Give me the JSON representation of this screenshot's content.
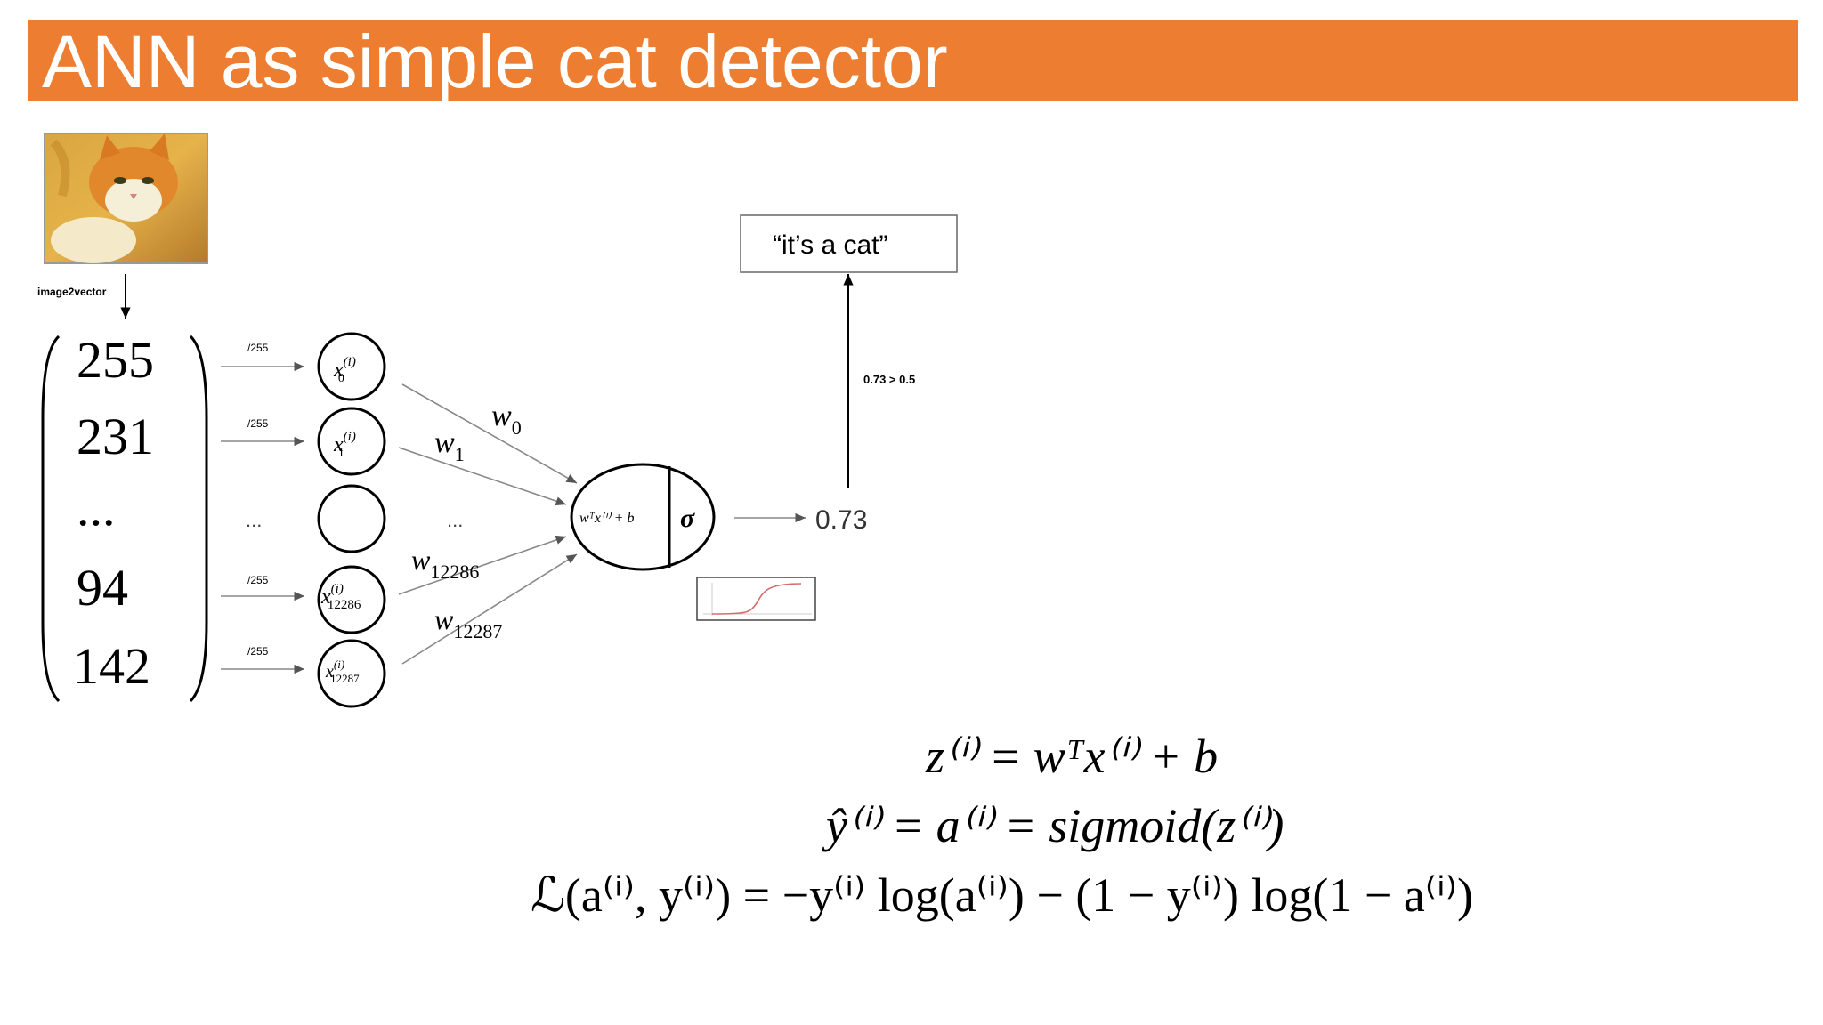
{
  "slide": {
    "title": "ANN as simple cat detector",
    "accent_color": "#ED7D31"
  },
  "diagram": {
    "image_label": "image2vector",
    "image_icon": "cat-photo",
    "vector_values": [
      "255",
      "231",
      "...",
      "94",
      "142"
    ],
    "scale_labels": [
      "/255",
      "/255",
      "...",
      "/255",
      "/255"
    ],
    "input_nodes": [
      {
        "symbol": "x",
        "sub": "0",
        "sup": "(i)"
      },
      {
        "symbol": "x",
        "sub": "1",
        "sup": "(i)"
      },
      {
        "symbol": "",
        "sub": "",
        "sup": ""
      },
      {
        "symbol": "x",
        "sub": "12286",
        "sup": "(i)"
      },
      {
        "symbol": "x",
        "sub": "12287",
        "sup": "(i)"
      }
    ],
    "weights": [
      {
        "symbol": "w",
        "sub": "0"
      },
      {
        "symbol": "w",
        "sub": "1"
      },
      {
        "symbol": "...",
        "sub": ""
      },
      {
        "symbol": "w",
        "sub": "12286"
      },
      {
        "symbol": "w",
        "sub": "12287"
      }
    ],
    "neuron_linear": "wᵀx⁽ⁱ⁾ + b",
    "neuron_activation": "σ",
    "output_value": "0.73",
    "threshold_label": "0.73 > 0.5",
    "prediction_label": "“it’s a cat”",
    "sigmoid_thumbnail_icon": "sigmoid-curve-plot"
  },
  "equations": {
    "eq1": "z⁽ⁱ⁾ = wᵀx⁽ⁱ⁾ + b",
    "eq2": "ŷ⁽ⁱ⁾ = a⁽ⁱ⁾ = sigmoid(z⁽ⁱ⁾)",
    "eq3": "ℒ(a⁽ⁱ⁾, y⁽ⁱ⁾) = −y⁽ⁱ⁾ log(a⁽ⁱ⁾) − (1 − y⁽ⁱ⁾) log(1 − a⁽ⁱ⁾)"
  }
}
